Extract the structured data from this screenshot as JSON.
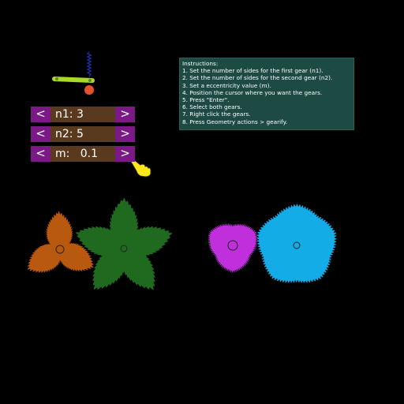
{
  "instructions": {
    "lines": [
      "Instructions:",
      "1. Set the number of sides for the first gear (n1).",
      "2. Set the number of sides for the second gear (n2).",
      "3.  Set a eccentricity value (m).",
      "4.  Position the cursor where you want the gears.",
      "5. Press \"Enter\".",
      "6. Select both gears.",
      "7. Right click the gears.",
      "8. Press Geometry actions > gearify."
    ]
  },
  "controls": {
    "decrement_label": "<",
    "increment_label": ">",
    "n1": {
      "text": "n1: 3",
      "value": 3
    },
    "n2": {
      "text": "n2: 5",
      "value": 5
    },
    "m": {
      "text": "m:   0.1",
      "value": 0.1
    }
  },
  "colors": {
    "orange_gear": "#b8590f",
    "green_gear": "#1f6a1f",
    "magenta_gear": "#bf30dc",
    "blue_gear": "#14ace6",
    "pendulum_bar": "#a8d82a",
    "pendulum_bob": "#e8502a",
    "spring": "#1a2e9a",
    "cursor": "#ffe81a",
    "arrow_bg": "#7b1a86",
    "field_bg": "#5a3a1f",
    "panel_bg": "#1e4a44"
  }
}
